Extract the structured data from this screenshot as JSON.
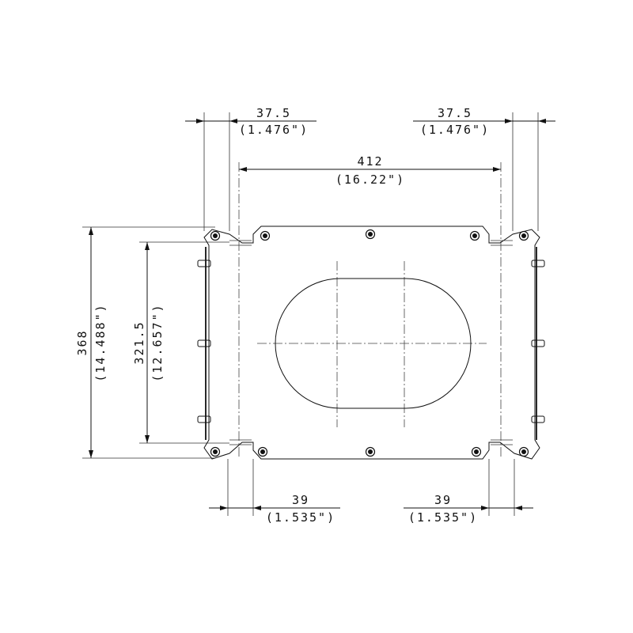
{
  "dimensions": {
    "top_left_offset": {
      "mm": "37.5",
      "inch": "(1.476\")"
    },
    "top_right_offset": {
      "mm": "37.5",
      "inch": "(1.476\")"
    },
    "hole_spacing_width": {
      "mm": "412",
      "inch": "(16.22\")"
    },
    "overall_height": {
      "mm": "368",
      "inch": "(14.488\")"
    },
    "hole_spacing_height": {
      "mm": "321.5",
      "inch": "(12.657\")"
    },
    "bottom_left_offset": {
      "mm": "39",
      "inch": "(1.535\")"
    },
    "bottom_right_offset": {
      "mm": "39",
      "inch": "(1.535\")"
    }
  }
}
